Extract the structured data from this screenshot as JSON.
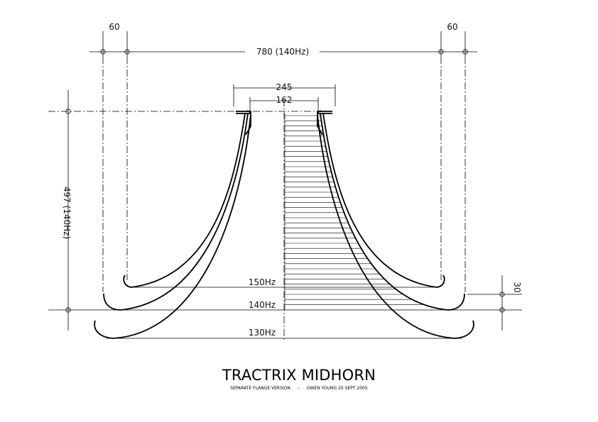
{
  "dimensions": {
    "left_offset": "60",
    "right_offset": "60",
    "overall_width": "780 (140Hz)",
    "flange_width": "245",
    "throat_width": "162",
    "height": "497 (140Hz)",
    "mouth_offset": "30"
  },
  "frequency_labels": {
    "f150": "150Hz",
    "f140": "140Hz",
    "f130": "130Hz"
  },
  "title": "TRACTRIX MIDHORN",
  "subtitle": {
    "left": "SEPARATE FLANGE VERSION",
    "separator": "–",
    "right": "OWEN YOUNG   20 SEPT 2005"
  }
}
